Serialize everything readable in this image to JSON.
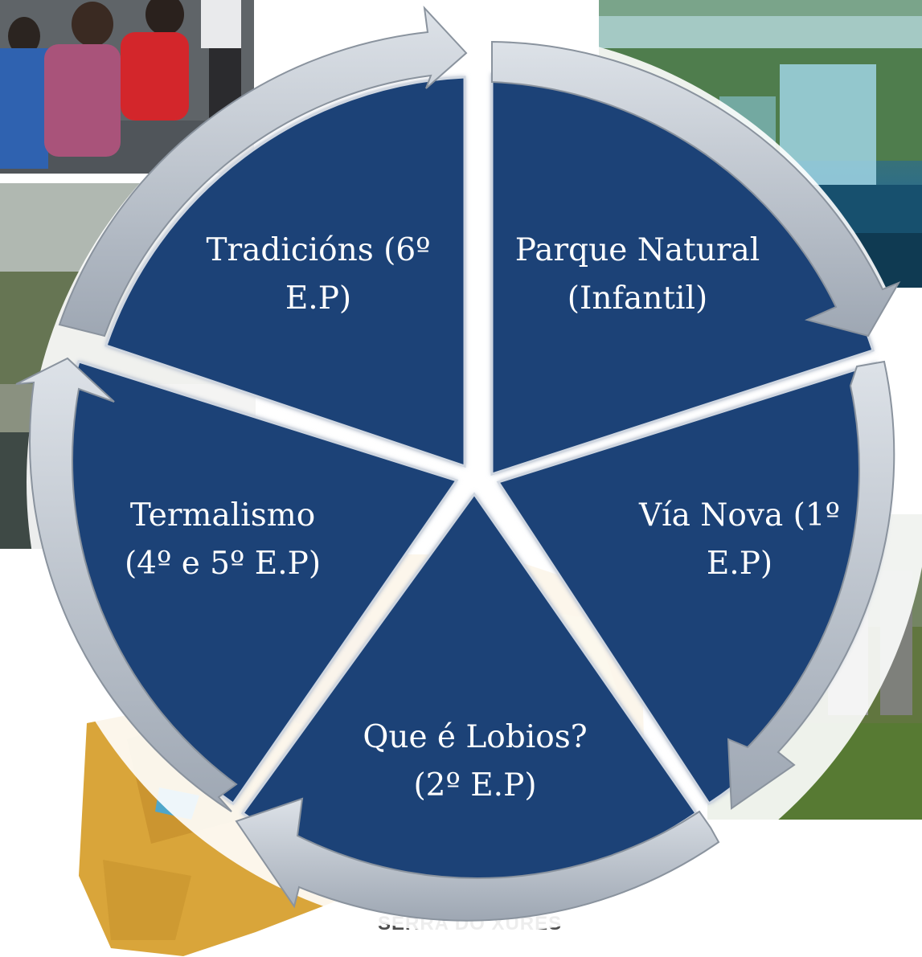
{
  "segments": [
    {
      "id": "parque",
      "line1": "Parque Natural",
      "line2": "(Infantil)"
    },
    {
      "id": "via",
      "line1": "Vía Nova (1º",
      "line2": "E.P)"
    },
    {
      "id": "lobios",
      "line1": "Que é Lobios?",
      "line2": "(2º E.P)"
    },
    {
      "id": "termalismo",
      "line1": "Termalismo",
      "line2": "(4º e 5º E.P)"
    },
    {
      "id": "tradicions",
      "line1": "Tradicións (6º",
      "line2": "E.P)"
    }
  ],
  "map_caption": "SERRA DO XURÉS",
  "colors": {
    "segment_fill": "#1c4377",
    "arrow_fill": "#b9c1cc",
    "text": "#ffffff"
  }
}
